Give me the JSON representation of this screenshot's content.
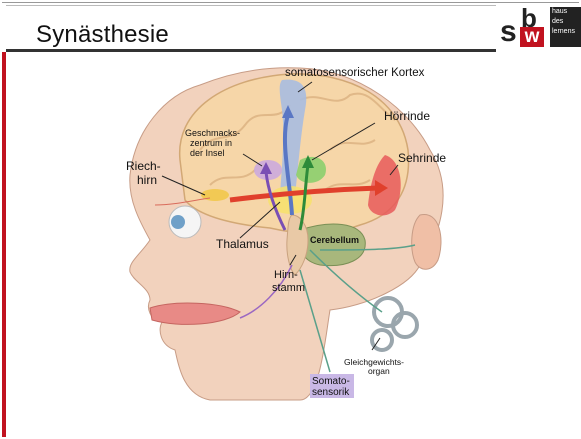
{
  "slide": {
    "title": "Synästhesie"
  },
  "logo": {
    "letter_s": "s",
    "letter_b": "b",
    "letter_w": "w",
    "words": [
      "haus",
      "des",
      "lernens"
    ]
  },
  "labels": {
    "somatosensory_cortex": "somatosensorischer Kortex",
    "auditory_cortex": "Hörrinde",
    "visual_cortex": "Sehrinde",
    "gustatory": [
      "Geschmacks-",
      "zentrum in",
      "der Insel"
    ],
    "olfactory": [
      "Riech-",
      "hirn"
    ],
    "thalamus": "Thalamus",
    "cerebellum": "Cerebellum",
    "brainstem": [
      "Hirn-",
      "stamm"
    ],
    "vestibular": [
      "Gleichgewichts-",
      "organ"
    ],
    "somatosensory": [
      "Somato-",
      "sensorik"
    ]
  },
  "colors": {
    "accent_red": "#c1121f",
    "highlight_purple": "#c9b8e6"
  }
}
